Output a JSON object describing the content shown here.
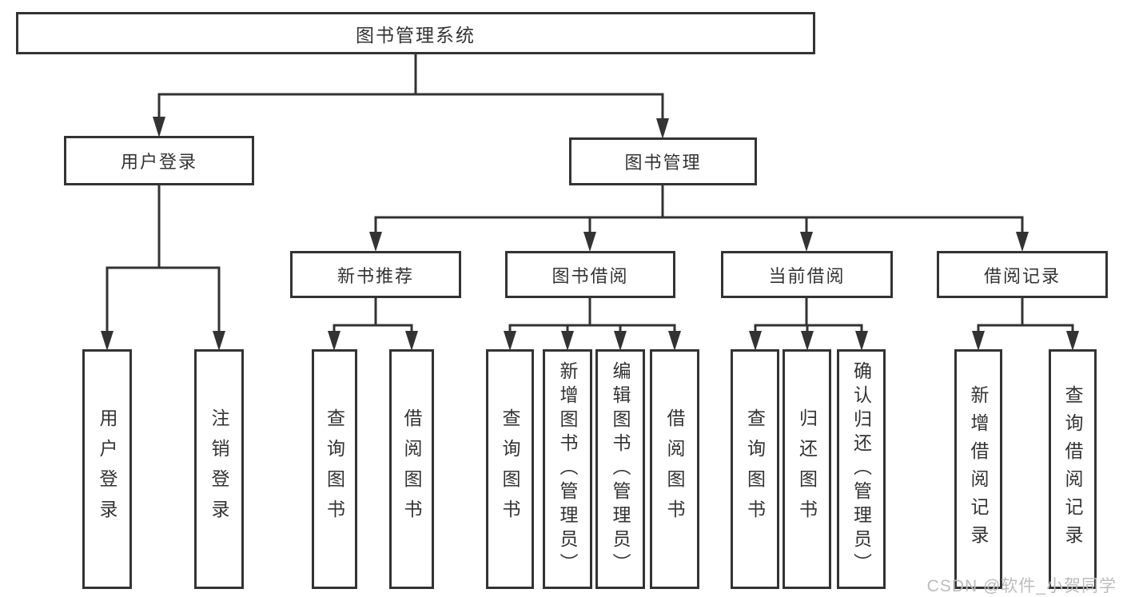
{
  "diagram": {
    "root": {
      "label": "图书管理系统"
    },
    "branches": [
      {
        "label": "用户登录",
        "children": [
          {
            "label": "用户登录"
          },
          {
            "label": "注销登录"
          }
        ]
      },
      {
        "label": "图书管理",
        "children": [
          {
            "label": "新书推荐",
            "children": [
              {
                "label": "查询图书"
              },
              {
                "label": "借阅图书"
              }
            ]
          },
          {
            "label": "图书借阅",
            "children": [
              {
                "label": "查询图书"
              },
              {
                "label": "新增图书（管理员）"
              },
              {
                "label": "编辑图书（管理员）"
              },
              {
                "label": "借阅图书"
              }
            ]
          },
          {
            "label": "当前借阅",
            "children": [
              {
                "label": "查询图书"
              },
              {
                "label": "归还图书"
              },
              {
                "label": "确认归还（管理员）"
              }
            ]
          },
          {
            "label": "借阅记录",
            "children": [
              {
                "label": "新增借阅记录"
              },
              {
                "label": "查询借阅记录"
              }
            ]
          }
        ]
      }
    ]
  },
  "watermark": {
    "text": "CSDN @软件_小贺同学"
  },
  "colors": {
    "line": "#333333",
    "text": "#333333",
    "box_background": "#ffffff",
    "page_background": "#ffffff",
    "watermark": "#bcbcbc"
  }
}
